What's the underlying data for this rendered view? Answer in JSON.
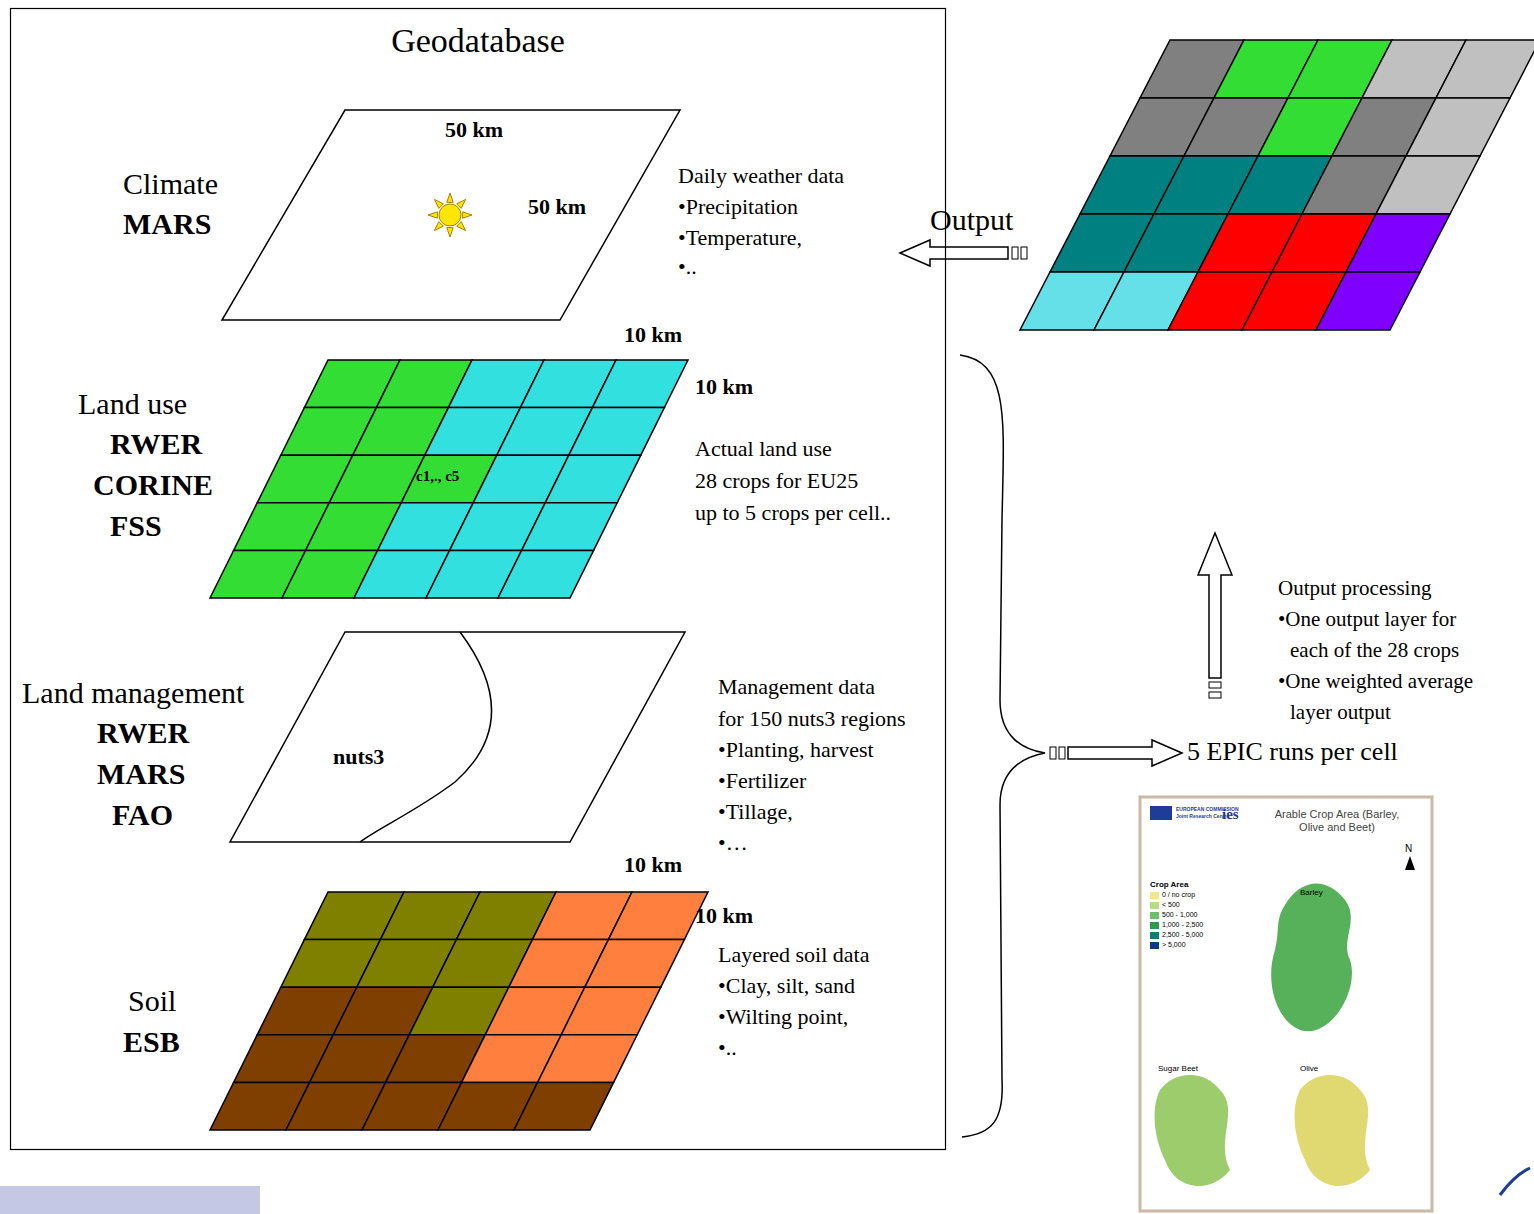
{
  "diagram": {
    "nodes": [
      {
        "text": [
          "Geodatabase"
        ]
      },
      {
        "text": [
          "50 km",
          "50 km"
        ],
        "in": 0
      },
      {
        "text": [
          "c1,., c5"
        ],
        "in": 0
      },
      {
        "text": [
          "nuts3"
        ],
        "in": 0
      }
    ],
    "labels": [
      "Climate",
      "MARS",
      "Daily weather data",
      "•Precipitation",
      "•Temperature,",
      "•..",
      "Output",
      "10 km",
      "10 km",
      "Land use",
      "RWER",
      "CORINE",
      "FSS",
      "Actual land use",
      "28 crops for EU25",
      "up to 5 crops per cell..",
      "Land management",
      "RWER",
      "MARS",
      "FAO",
      "Management data",
      "for 150 nuts3 regions",
      "•Planting, harvest",
      "•Fertilizer",
      "•Tillage,",
      "•…",
      "10 km",
      "10 km",
      "Soil",
      "ESB",
      "Layered soil data",
      "•Clay, silt, sand",
      "•Wilting point,",
      "•..",
      "Output processing",
      "•One output layer for",
      "each  of the 28 crops",
      "•One weighted average",
      "layer output",
      "5 EPIC runs per cell",
      "Arable Crop Area (Barley, Olive and Beet)",
      "EUROPEAN COMMISSION",
      "Joint Research Centre",
      "ies",
      "N",
      "Crop Area",
      "Barley",
      "Sugar Beet",
      "Olive"
    ],
    "legend": [
      {
        "text": "0 / no crop",
        "color": "#f0e68c"
      },
      {
        "text": "< 500",
        "color": "#b5dc8a"
      },
      {
        "text": "500 - 1,000",
        "color": "#6cc06a"
      },
      {
        "text": "1,000 - 2,500",
        "color": "#2e9b4f"
      },
      {
        "text": "2,500 - 5,000",
        "color": "#177a6e"
      },
      {
        "text": "> 5,000",
        "color": "#0b3a8a"
      }
    ]
  }
}
